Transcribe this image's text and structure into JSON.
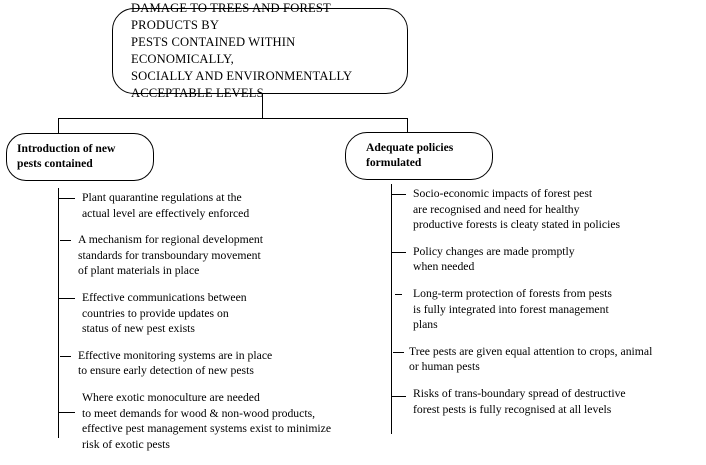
{
  "diagram": {
    "goal": {
      "label": "DAMAGE TO TREES AND FOREST PRODUCTS BY\nPESTS CONTAINED WITHIN ECONOMICALLY,\nSOCIALLY AND ENVIRONMENTALLY\nACCEPTABLE LEVELS"
    },
    "purposes": [
      {
        "id": "introduction-of-new-pests-contained",
        "label": "Introduction of new\npests contained"
      },
      {
        "id": "adequate-policies-formulated",
        "label": "Adequate policies\nformulated"
      }
    ],
    "outputs_left": [
      {
        "label": "Plant quarantine regulations at the\nactual level are effectively enforced"
      },
      {
        "label": "A mechanism for regional development\nstandards for transboundary movement\nof plant materials in place"
      },
      {
        "label": "Effective communications between\ncountries to provide updates on\nstatus of new pest exists"
      },
      {
        "label": "Effective monitoring systems are in place\nto ensure early detection of new pests"
      },
      {
        "label": "Where exotic monoculture are needed\nto meet demands for wood & non-wood products,\neffective pest management systems exist to minimize\nrisk of exotic pests"
      }
    ],
    "outputs_right": [
      {
        "label": "Socio-economic impacts of forest pest\nare recognised and need for healthy\nproductive forests is cleaty stated in policies"
      },
      {
        "label": "Policy changes are made promptly\nwhen needed"
      },
      {
        "label": "Long-term protection of forests from pests\nis fully integrated into forest management\nplans"
      },
      {
        "label": "Tree pests are given equal attention to crops, animal\nor human pests"
      },
      {
        "label": "Risks of trans-boundary spread of destructive\nforest pests is fully recognised at all levels"
      }
    ],
    "colors": {
      "line": "#000000",
      "background": "#ffffff",
      "text": "#000000"
    }
  }
}
